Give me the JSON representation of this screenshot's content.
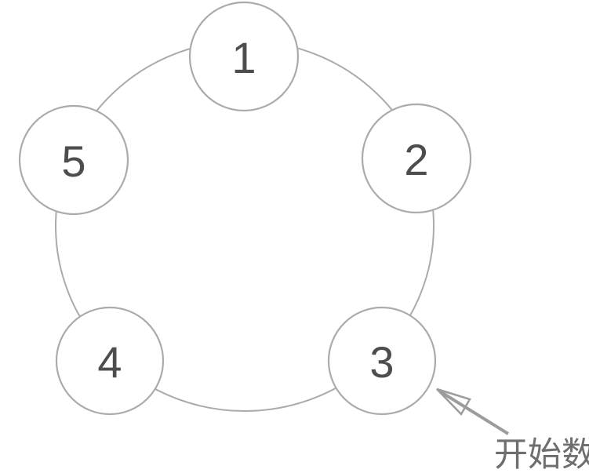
{
  "diagram": {
    "type": "circular-counting-ring",
    "nodes": [
      {
        "id": 1,
        "label": "1"
      },
      {
        "id": 2,
        "label": "2"
      },
      {
        "id": 3,
        "label": "3"
      },
      {
        "id": 4,
        "label": "4"
      },
      {
        "id": 5,
        "label": "5"
      }
    ],
    "annotation": {
      "label": "开始数",
      "points_to_node": "3"
    }
  },
  "colors": {
    "background": "#ffffff",
    "outline": "#ababab",
    "node_fill": "#ffffff",
    "number": "#4d4d4d",
    "arrow": "#9c9c9c",
    "annotation_text": "#6e6e6e"
  }
}
